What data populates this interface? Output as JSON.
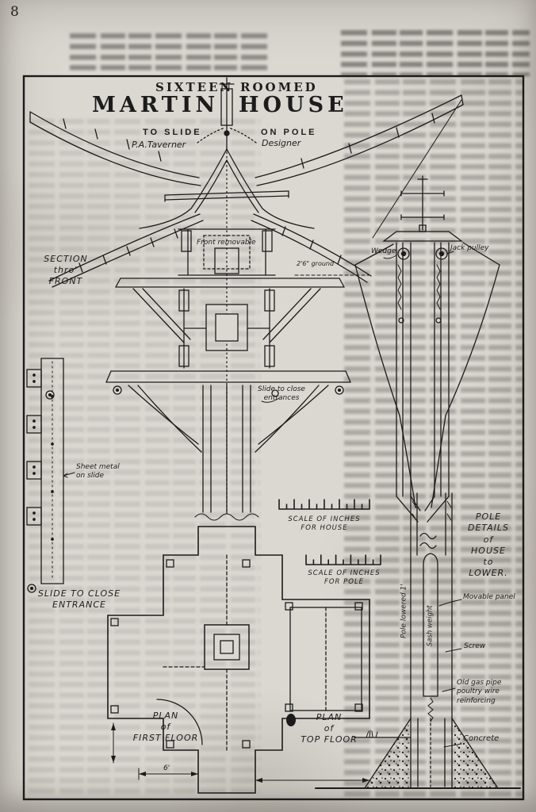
{
  "page": {
    "number": "8"
  },
  "title": {
    "line1_left": "SIXTEEN",
    "line1_right": "ROOMED",
    "line2_left": "MARTIN",
    "line2_right": "HOUSE",
    "line3_left": "TO SLIDE",
    "line3_right": "ON POLE",
    "designer_name": "P.A.Taverner",
    "designer_role": "Designer"
  },
  "labels": {
    "section_view": "SECTION\nthro'\nFRONT",
    "front_removable": "Front removable",
    "ground_clearance": "2'6\" ground",
    "wedge": "Wedge",
    "jack_pulley": "Jack pulley",
    "slide_entrances": "Slide to close\nentrances",
    "sheet_metal": "Sheet metal\non slide",
    "slide_entrance_detail": "SLIDE TO CLOSE\nENTRANCE",
    "scale_house": "SCALE OF INCHES\nFOR HOUSE",
    "scale_pole": "SCALE OF INCHES\nFOR POLE",
    "pole_details": "POLE DETAILS\nof\nHOUSE\nto\nLOWER.",
    "pole_lowered": "Pole lowered 1'",
    "sash_weight": "Sash weight",
    "movable_panel": "Movable panel",
    "screw": "Screw",
    "reinforcing": "Old gas pipe\npoultry wire\nreinforcing",
    "concrete": "Concrete",
    "plan_first_floor": "PLAN\nof\nFIRST FLOOR",
    "plan_top_floor": "PLAN\nof\nTOP FLOOR",
    "dim_six_feet": "6'"
  },
  "colors": {
    "paper": "#dbd8d2",
    "ink": "#1c1c1c"
  }
}
